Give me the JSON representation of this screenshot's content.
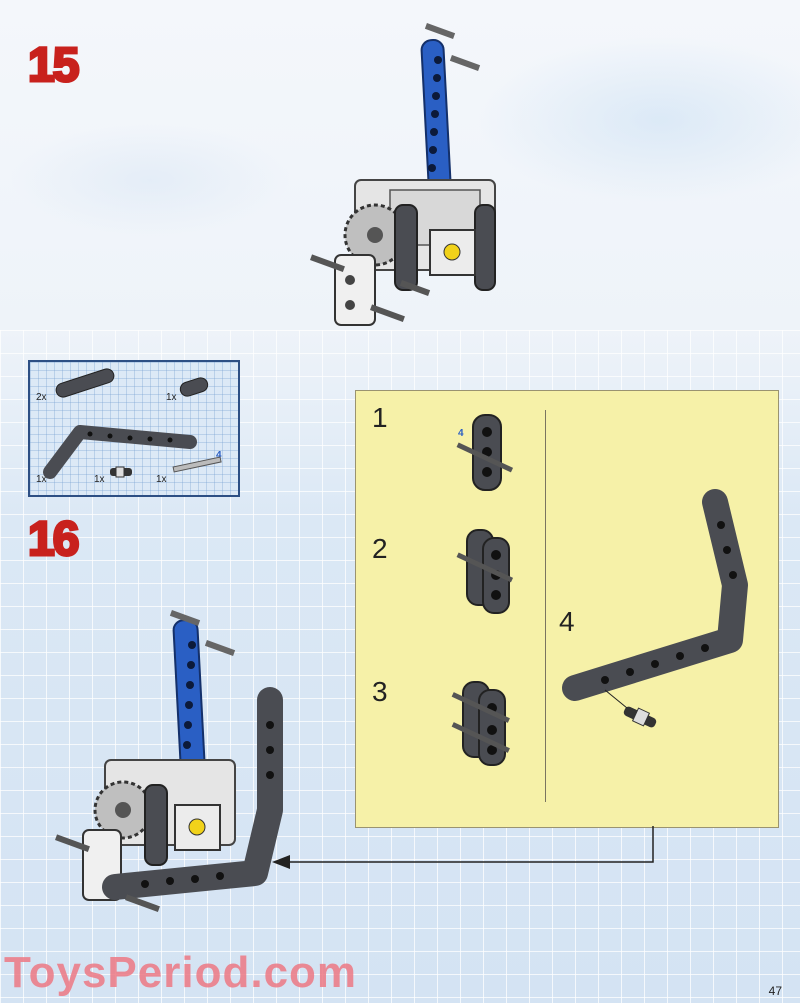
{
  "steps": {
    "step15": "15",
    "step16": "16"
  },
  "parts_list": {
    "items": [
      {
        "qty": "2x"
      },
      {
        "qty": "1x"
      },
      {
        "qty": "1x"
      },
      {
        "qty": "1x"
      },
      {
        "qty": "1x"
      }
    ],
    "length_marker": "4"
  },
  "substeps": {
    "s1": "1",
    "s2": "2",
    "s3": "3",
    "s4": "4",
    "axle_length": "4"
  },
  "page_number": "47",
  "watermark": "ToysPeriod.com",
  "colors": {
    "step_red": "#c8211d",
    "technic_blue": "#2a5fc4",
    "beam_gray": "#4a4c52",
    "panel_yellow": "#f6f1a8"
  }
}
